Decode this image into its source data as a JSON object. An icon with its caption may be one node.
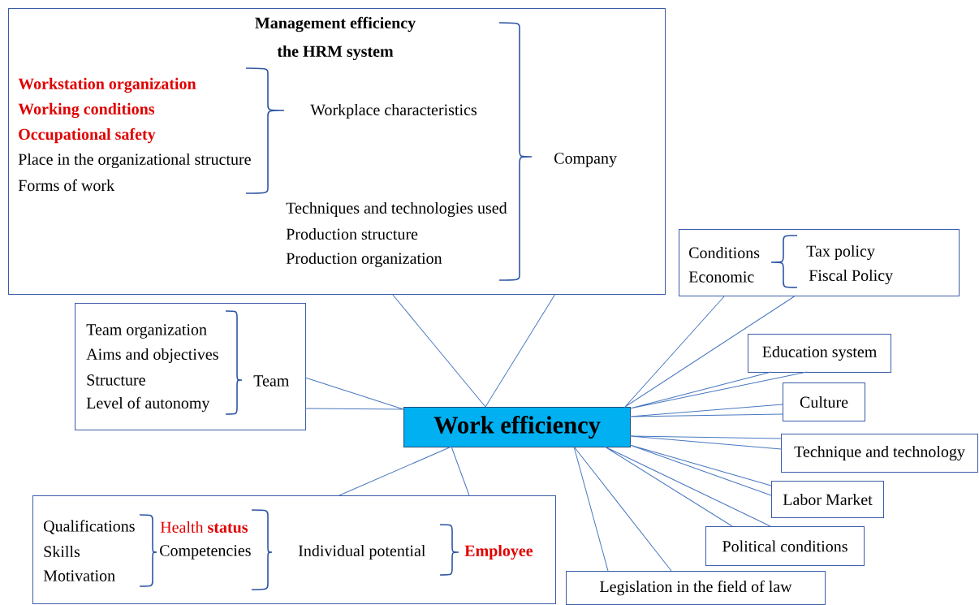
{
  "diagram": {
    "nodes": [
      {
        "text": [
          "Management efficiency",
          "the HRM system",
          "Workstation organization",
          "Working conditions",
          "Occupational safety",
          "Place in the organizational structure",
          "Forms of work",
          "Workplace characteristics",
          "Techniques and technologies used",
          "Production structure",
          "Production organization",
          "Company"
        ]
      },
      {
        "text": [
          "Team organization",
          "Aims and objectives",
          "Structure",
          "Level of autonomy",
          "Team"
        ]
      },
      {
        "text": [
          "Work efficiency"
        ]
      },
      {
        "text": [
          "Qualifications",
          "Skills",
          "Motivation",
          "Health **status**",
          "Competencies",
          "Individual potential",
          "Employee"
        ]
      },
      {
        "text": [
          "Conditions",
          "Economic",
          "Tax policy",
          "Fiscal Policy"
        ]
      },
      {
        "text": [
          "Education system"
        ]
      },
      {
        "text": [
          "Culture"
        ]
      },
      {
        "text": [
          "Technique and technology"
        ]
      },
      {
        "text": [
          "Labor Market"
        ]
      },
      {
        "text": [
          "Political conditions"
        ]
      },
      {
        "text": [
          "Legislation in the field of law"
        ]
      }
    ],
    "edges": [
      {
        "from": 0,
        "to": 2,
        "arrow": "none"
      },
      {
        "from": 1,
        "to": 2,
        "arrow": "none"
      },
      {
        "from": 3,
        "to": 2,
        "arrow": "none"
      },
      {
        "from": 4,
        "to": 2,
        "arrow": "none"
      },
      {
        "from": 5,
        "to": 2,
        "arrow": "none"
      },
      {
        "from": 6,
        "to": 2,
        "arrow": "none"
      },
      {
        "from": 7,
        "to": 2,
        "arrow": "none"
      },
      {
        "from": 8,
        "to": 2,
        "arrow": "none"
      },
      {
        "from": 9,
        "to": 2,
        "arrow": "none"
      },
      {
        "from": 10,
        "to": 2,
        "arrow": "none"
      }
    ]
  }
}
